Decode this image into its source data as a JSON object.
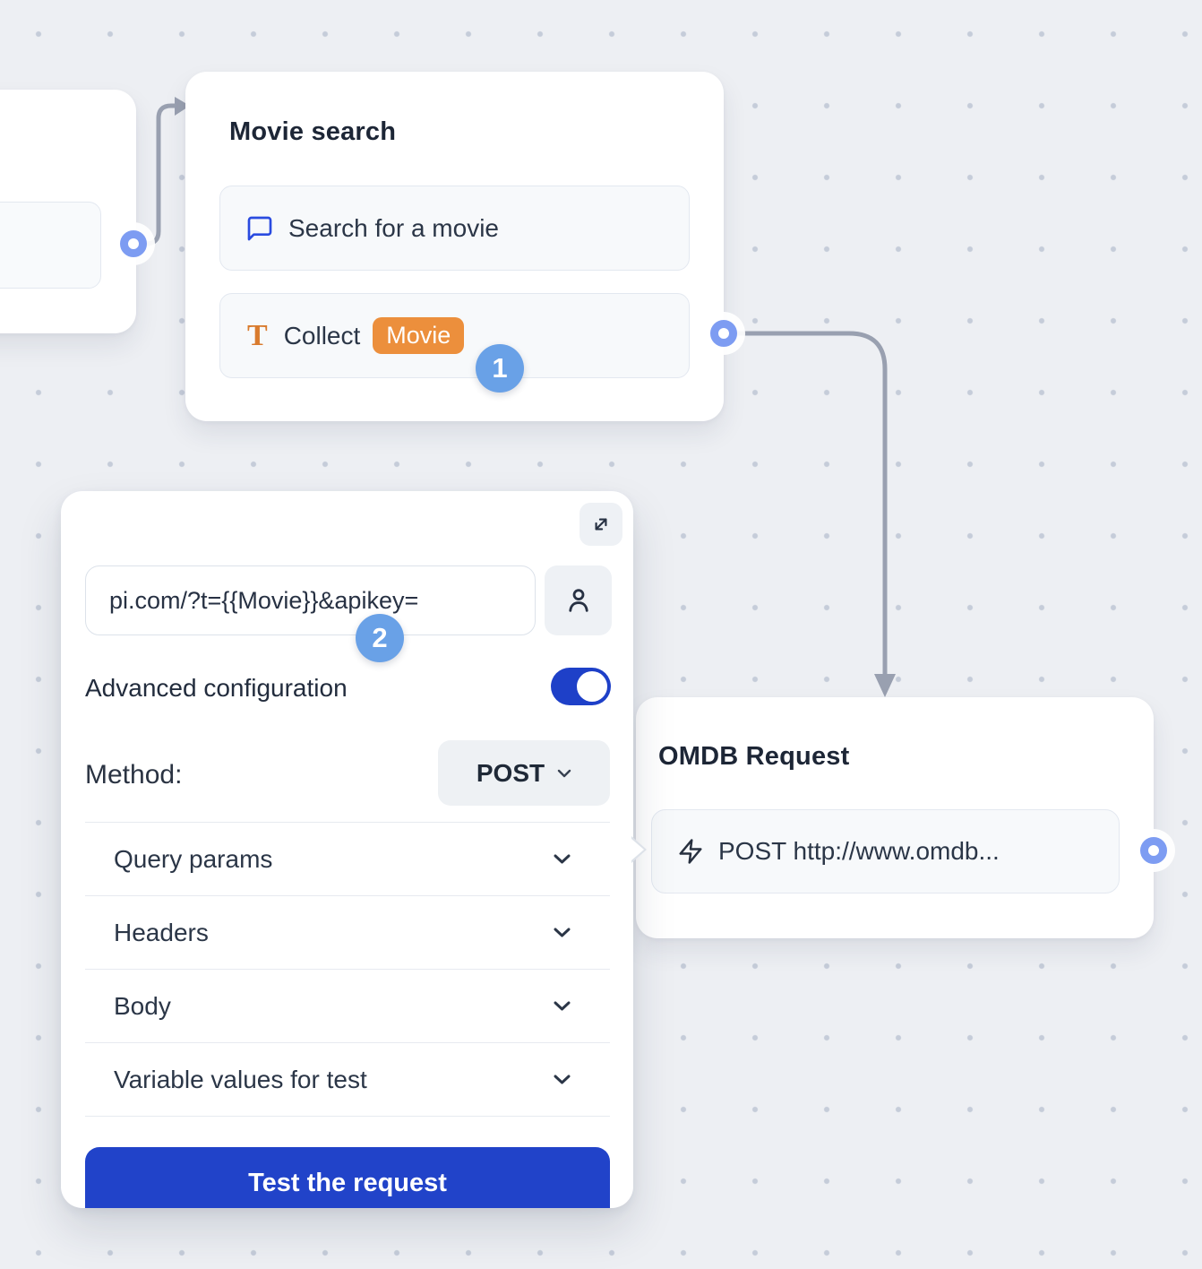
{
  "canvas": {
    "background_color": "#edeff3",
    "dot_color": "#c5ccd9",
    "connector_color": "#99a0b0"
  },
  "colors": {
    "accent_blue": "#2143c9",
    "toggle_blue": "#1e40c8",
    "badge_blue": "#69a1e7",
    "port_blue": "#7d9cf2",
    "chip_orange": "#ec8f3c"
  },
  "nodes": {
    "movie_search": {
      "title": "Movie search",
      "items": [
        {
          "icon": "chat-bubble-icon",
          "label": "Search for a movie"
        },
        {
          "icon": "text-input-icon",
          "label": "Collect",
          "variable_chip": "Movie"
        }
      ]
    },
    "omdb_request": {
      "title": "OMDB Request",
      "items": [
        {
          "icon": "lightning-icon",
          "label": "POST http://www.omdb..."
        }
      ]
    }
  },
  "editor_panel": {
    "expand_icon": "expand-icon",
    "url_field": {
      "visible_value": "pi.com/?t={{Movie}}&apikey=",
      "action_icon": "person-icon"
    },
    "advanced_configuration_label": "Advanced configuration",
    "advanced_configuration_enabled": true,
    "method_label": "Method:",
    "method_value": "POST",
    "sections": [
      "Query params",
      "Headers",
      "Body",
      "Variable values for test"
    ],
    "test_button_label": "Test the request"
  },
  "step_badges": {
    "first": "1",
    "second": "2"
  }
}
